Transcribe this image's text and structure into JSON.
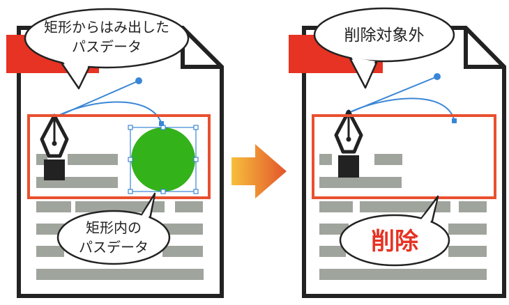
{
  "left_panel": {
    "bubble_top": {
      "lines": [
        "矩形からはみ出した",
        "パスデータ"
      ]
    },
    "bubble_bottom": {
      "lines": [
        "矩形内の",
        "パスデータ"
      ]
    }
  },
  "right_panel": {
    "bubble_top": {
      "text": "削除対象外"
    },
    "bubble_bottom": {
      "text": "削除"
    }
  },
  "colors": {
    "doc_outline": "#222222",
    "doc_tab": "#e63323",
    "selection_rect": "#e9502f",
    "text_block": "#9fa49d",
    "path_line": "#3a86d6",
    "circle_fill": "#33b21a",
    "arrow_start": "#f7be3c",
    "arrow_end": "#e2552b",
    "delete_text": "#e63323"
  },
  "icons": [
    "pen-tool-icon",
    "anchor-point-icon",
    "arrow-right-icon"
  ]
}
